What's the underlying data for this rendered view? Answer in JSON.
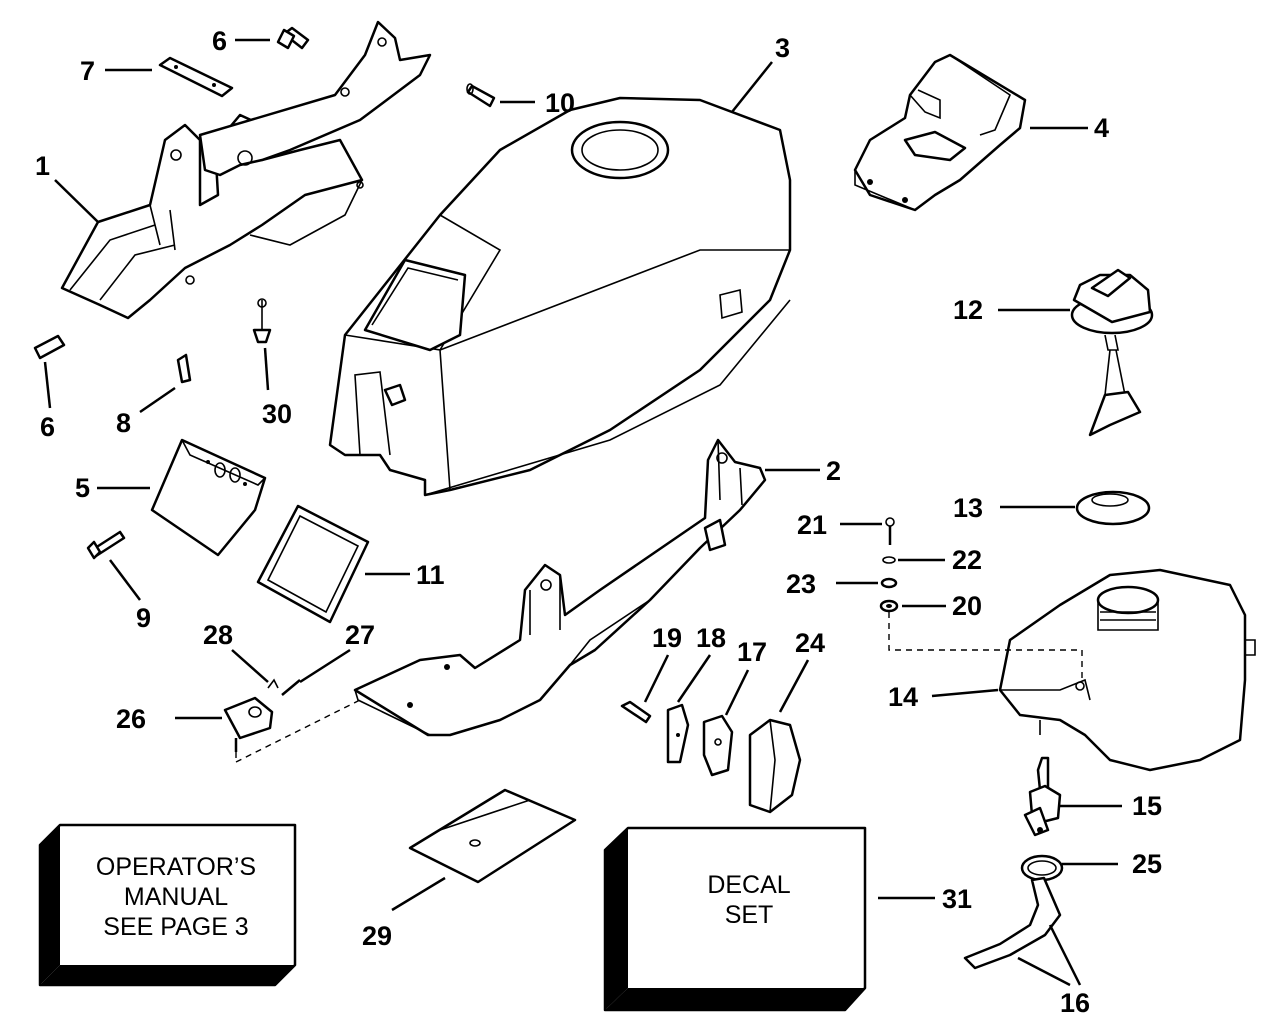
{
  "callouts": [
    {
      "id": "1",
      "text": "1"
    },
    {
      "id": "2",
      "text": "2"
    },
    {
      "id": "3",
      "text": "3"
    },
    {
      "id": "4",
      "text": "4"
    },
    {
      "id": "5",
      "text": "5"
    },
    {
      "id": "6a",
      "text": "6"
    },
    {
      "id": "6b",
      "text": "6"
    },
    {
      "id": "7",
      "text": "7"
    },
    {
      "id": "8",
      "text": "8"
    },
    {
      "id": "9",
      "text": "9"
    },
    {
      "id": "10",
      "text": "10"
    },
    {
      "id": "11",
      "text": "11"
    },
    {
      "id": "12",
      "text": "12"
    },
    {
      "id": "13",
      "text": "13"
    },
    {
      "id": "14",
      "text": "14"
    },
    {
      "id": "15",
      "text": "15"
    },
    {
      "id": "16",
      "text": "16"
    },
    {
      "id": "17",
      "text": "17"
    },
    {
      "id": "18",
      "text": "18"
    },
    {
      "id": "19",
      "text": "19"
    },
    {
      "id": "20",
      "text": "20"
    },
    {
      "id": "21",
      "text": "21"
    },
    {
      "id": "22",
      "text": "22"
    },
    {
      "id": "23",
      "text": "23"
    },
    {
      "id": "24",
      "text": "24"
    },
    {
      "id": "25",
      "text": "25"
    },
    {
      "id": "26",
      "text": "26"
    },
    {
      "id": "27",
      "text": "27"
    },
    {
      "id": "28",
      "text": "28"
    },
    {
      "id": "29",
      "text": "29"
    },
    {
      "id": "30",
      "text": "30"
    },
    {
      "id": "31",
      "text": "31"
    }
  ],
  "boxes": {
    "manual": {
      "line1": "OPERATOR’S",
      "line2": "MANUAL",
      "line3": "SEE PAGE 3"
    },
    "decal": {
      "line1": "DECAL",
      "line2": "SET"
    }
  }
}
